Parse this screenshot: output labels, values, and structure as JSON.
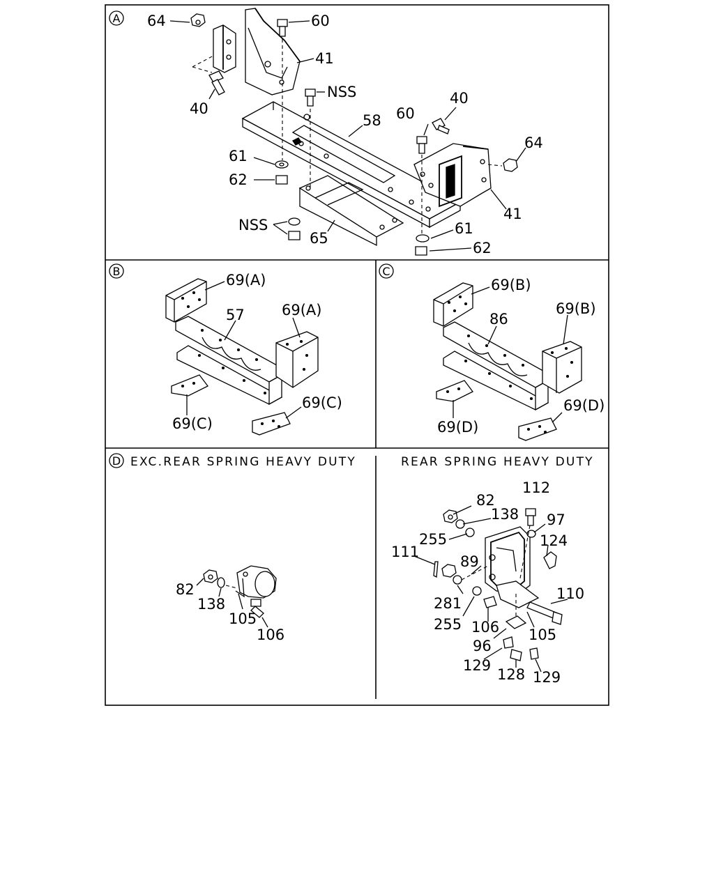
{
  "panels": {
    "a": {
      "marker": "A",
      "callouts": {
        "nut_64_left": "64",
        "bolt_60_top": "60",
        "bracket_41_left": "41",
        "bolt_40_left": "40",
        "bolt_nss_top": "NSS",
        "member_58": "58",
        "bolt_60_right": "60",
        "bolt_40_right": "40",
        "nut_64_right": "64",
        "washer_61_left": "61",
        "nut_62_left": "62",
        "bracket_41_right": "41",
        "part_nss_bottom": "NSS",
        "plate_65": "65",
        "washer_61_right": "61",
        "nut_62_right": "62"
      }
    },
    "b": {
      "marker": "B",
      "callouts": {
        "gusset_69a_top": "69(A)",
        "member_57": "57",
        "gusset_69a_right": "69(A)",
        "gusset_69c_left": "69(C)",
        "gusset_69c_right": "69(C)"
      }
    },
    "c": {
      "marker": "C",
      "callouts": {
        "gusset_69b_top": "69(B)",
        "member_86": "86",
        "gusset_69b_right": "69(B)",
        "gusset_69d_left": "69(D)",
        "gusset_69d_right": "69(D)"
      }
    },
    "d": {
      "marker": "D",
      "caption_left": "EXC.REAR SPRING HEAVY DUTY",
      "caption_right": "REAR SPRING HEAVY DUTY",
      "left_callouts": {
        "nut_82": "82",
        "washer_138": "138",
        "bracket_105": "105",
        "bolt_106": "106"
      },
      "right_callouts": {
        "nut_82": "82",
        "bolt_112": "112",
        "washer_138": "138",
        "washer_97": "97",
        "washer_255_top": "255",
        "fitting_124": "124",
        "pin_111": "111",
        "part_89": "89",
        "bolt_110": "110",
        "washer_281": "281",
        "washer_255_bottom": "255",
        "bolt_106": "106",
        "bracket_105": "105",
        "part_96": "96",
        "shim_129_left": "129",
        "bushing_128": "128",
        "shim_129_right": "129"
      }
    }
  }
}
